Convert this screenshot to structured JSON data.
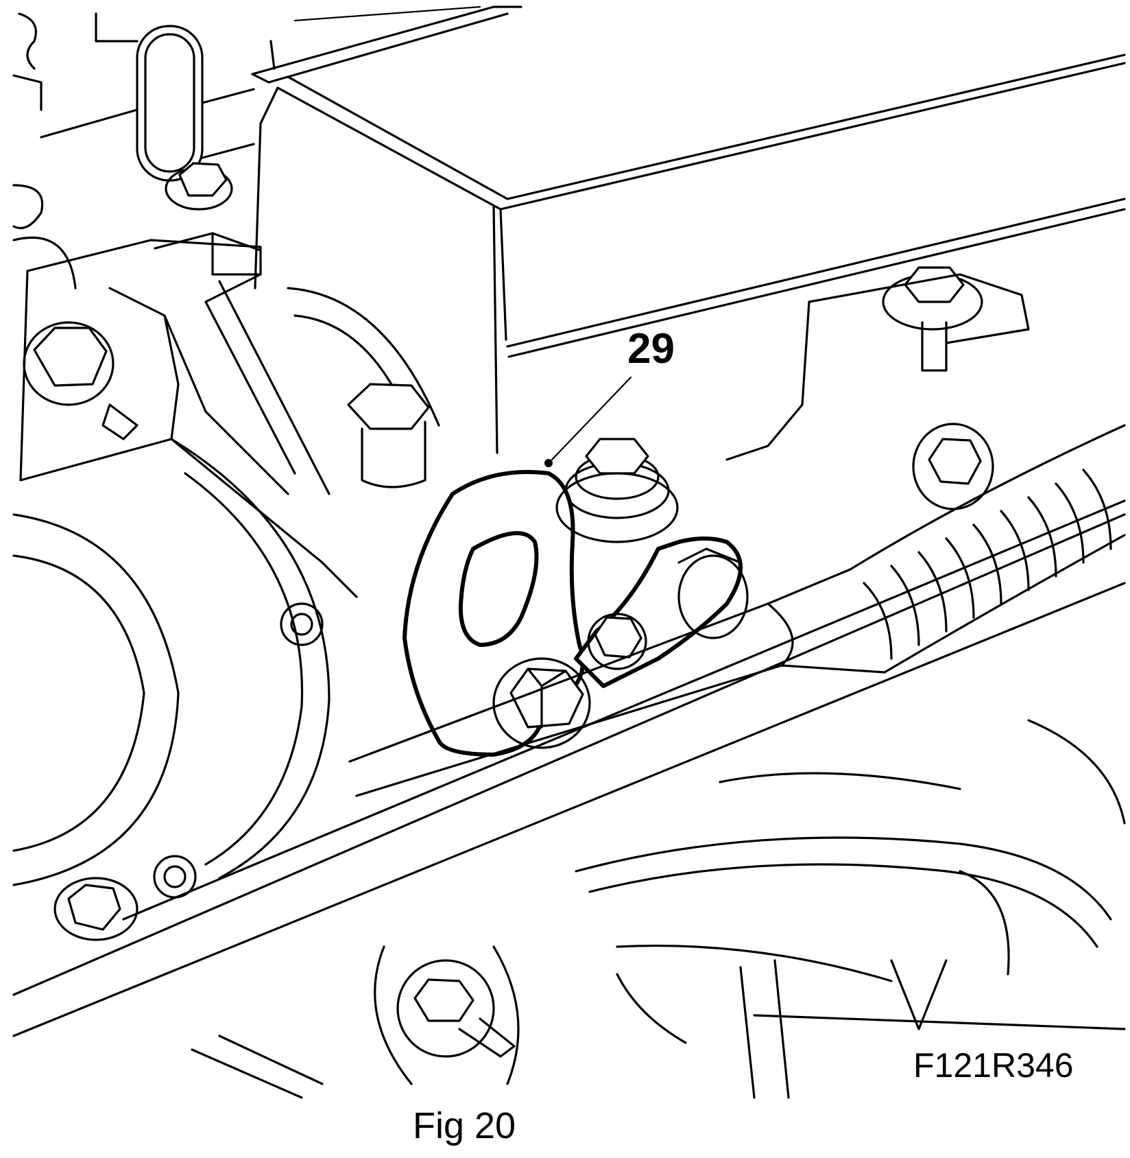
{
  "figure": {
    "callout": "29",
    "drawing_code": "F121R346",
    "caption": "Fig 20"
  },
  "colors": {
    "line": "#000000",
    "background": "#ffffff"
  }
}
